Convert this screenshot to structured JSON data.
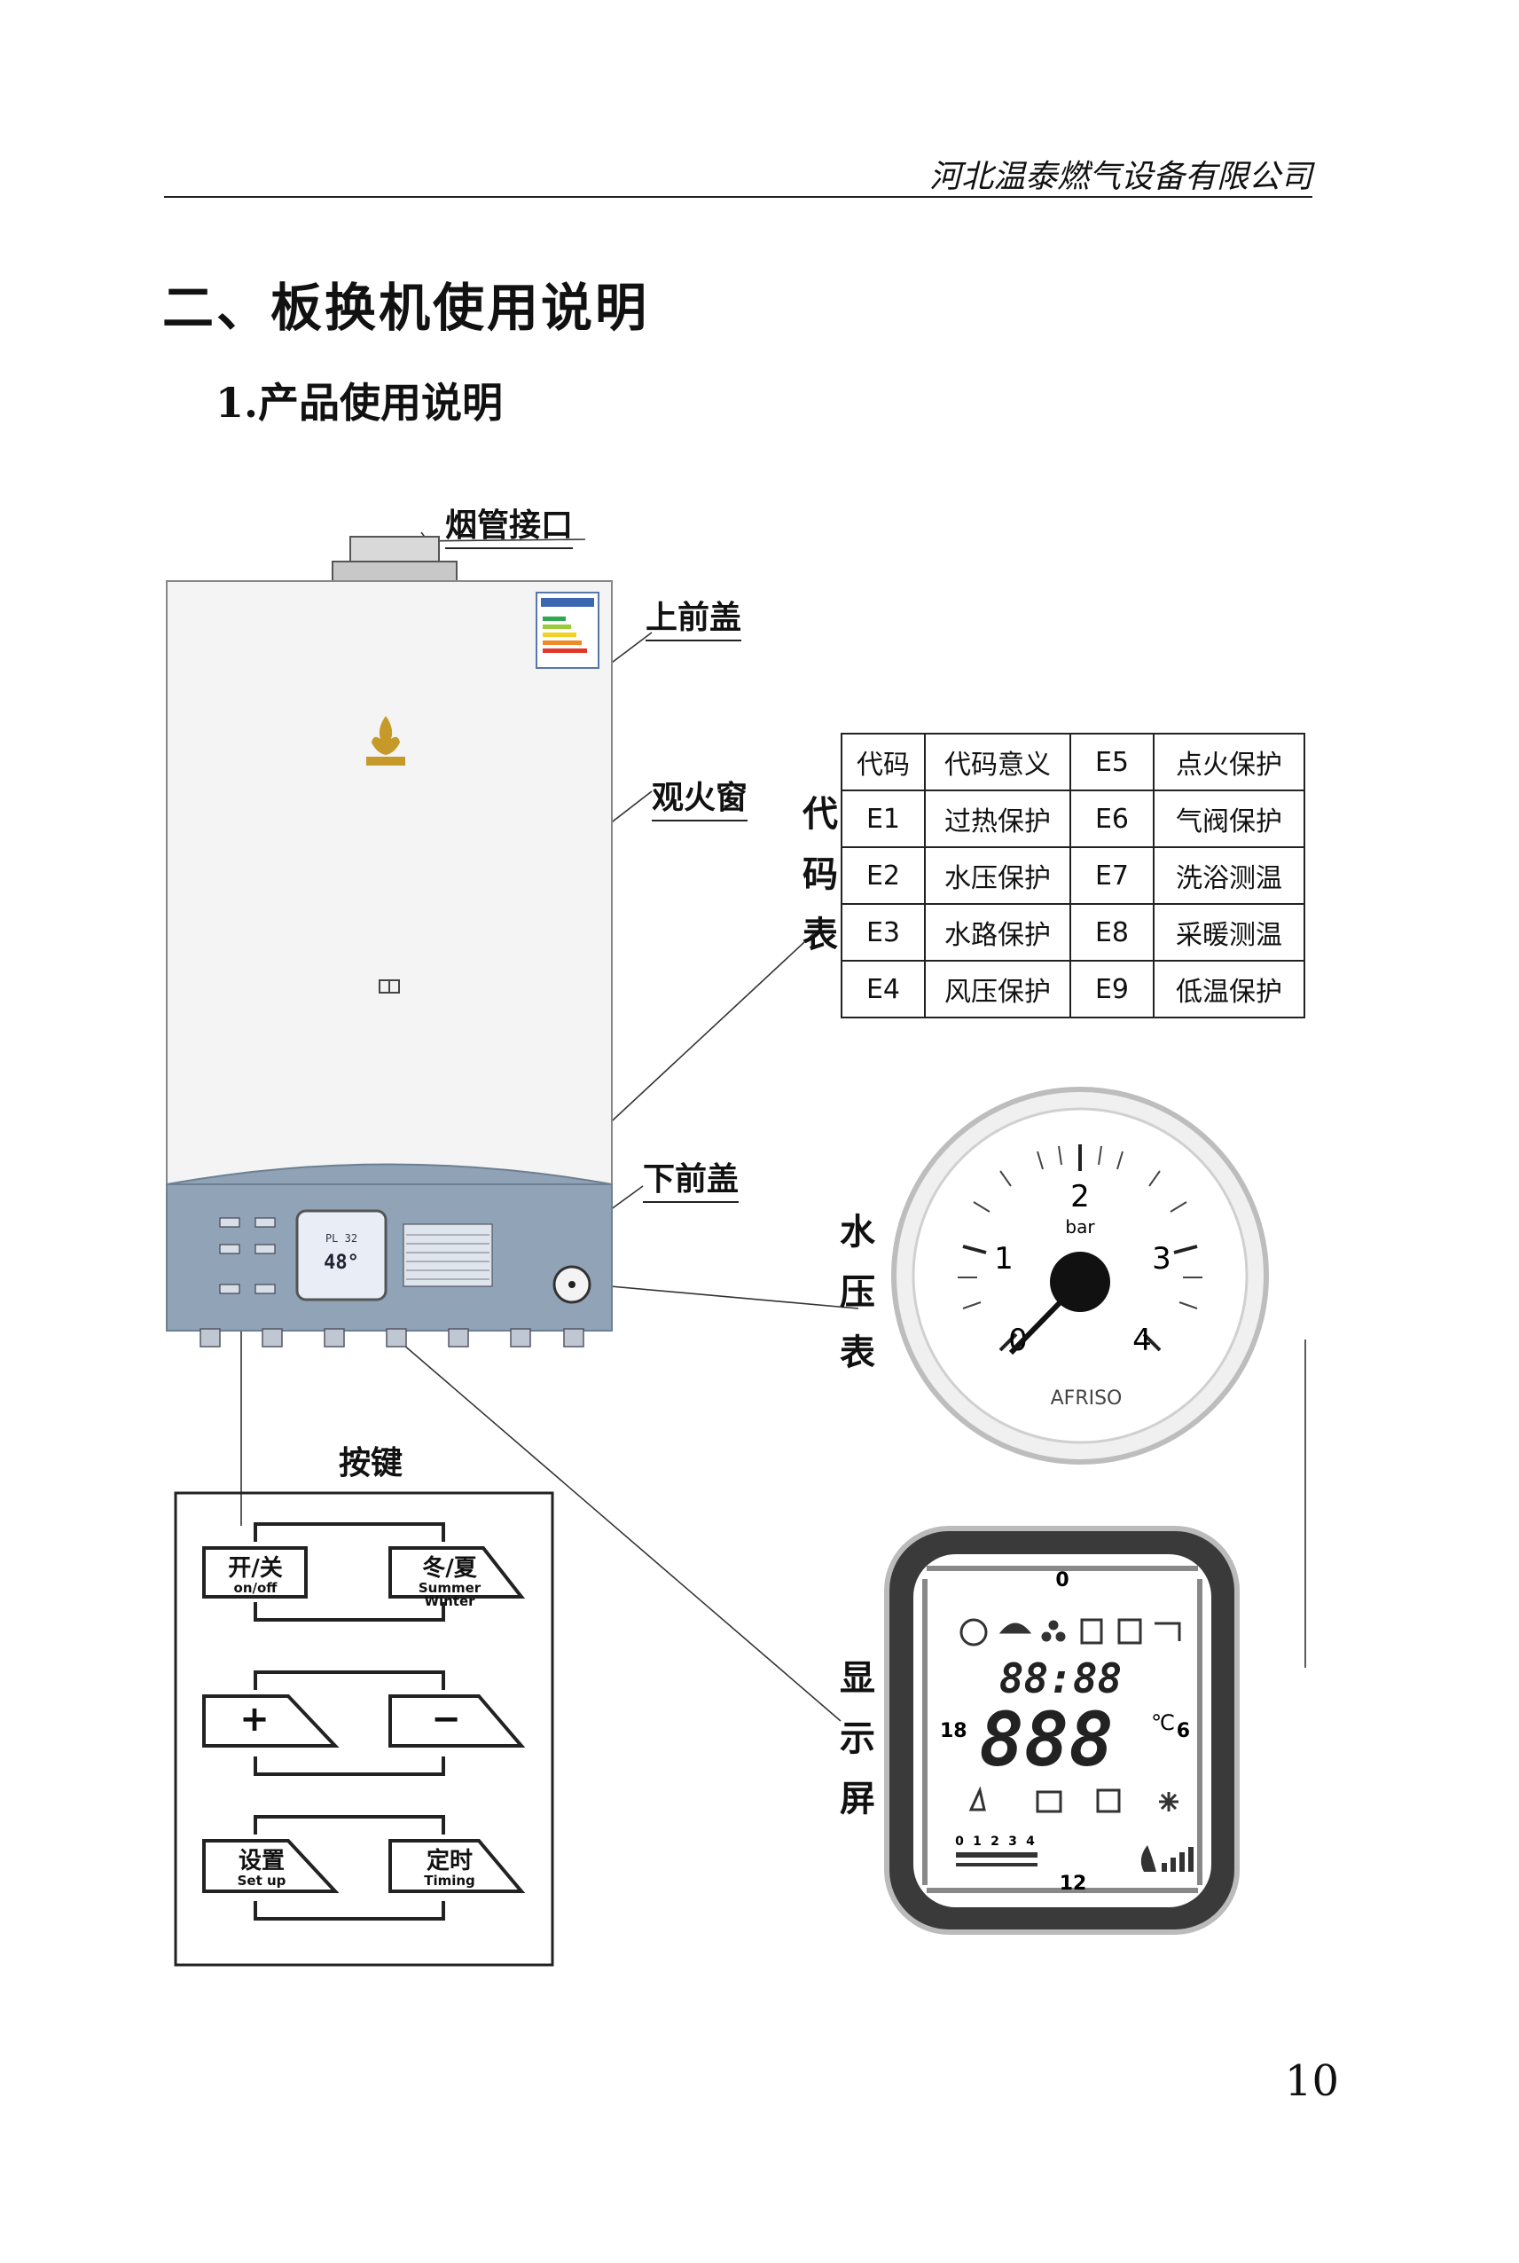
{
  "header": {
    "company": "河北温泰燃气设备有限公司"
  },
  "section_title": "二、板换机使用说明",
  "subsection_title": "1.产品使用说明",
  "callouts": {
    "flue_port": "烟管接口",
    "upper_cover": "上前盖",
    "flame_window": "观火窗",
    "lower_cover": "下前盖",
    "keys": "按键"
  },
  "vertical_labels": {
    "code_table": [
      "代",
      "码",
      "表"
    ],
    "pressure_gauge": [
      "水",
      "压",
      "表"
    ],
    "display": [
      "显",
      "示",
      "屏"
    ]
  },
  "code_table": {
    "header": [
      "代码",
      "代码意义",
      "E5",
      "点火保护"
    ],
    "rows": [
      [
        "E1",
        "过热保护",
        "E6",
        "气阀保护"
      ],
      [
        "E2",
        "水压保护",
        "E7",
        "洗浴测温"
      ],
      [
        "E3",
        "水路保护",
        "E8",
        "采暖测温"
      ],
      [
        "E4",
        "风压保护",
        "E9",
        "低温保护"
      ]
    ]
  },
  "keypad": {
    "on_off": {
      "cn": "开/关",
      "en": "on/off"
    },
    "summer_winter": {
      "cn": "冬/夏",
      "en": "Summer Winter"
    },
    "plus": "+",
    "minus": "−",
    "setup": {
      "cn": "设置",
      "en": "Set up"
    },
    "timing": {
      "cn": "定时",
      "en": "Timing"
    }
  },
  "gauge": {
    "scale": [
      "0",
      "1",
      "2",
      "3",
      "4"
    ],
    "unit": "bar",
    "brand": "AFRISO"
  },
  "display": {
    "top_mark": "0",
    "left_mark": "18",
    "right_mark": "6",
    "bottom_mark": "12",
    "clock": "88:88",
    "temp": "888",
    "temp_unit": "℃",
    "scale": [
      "0",
      "1",
      "2",
      "3",
      "4"
    ]
  },
  "boiler": {
    "panel_readout_top": "PL 32",
    "panel_readout_main": "48°"
  },
  "page_number": "10"
}
